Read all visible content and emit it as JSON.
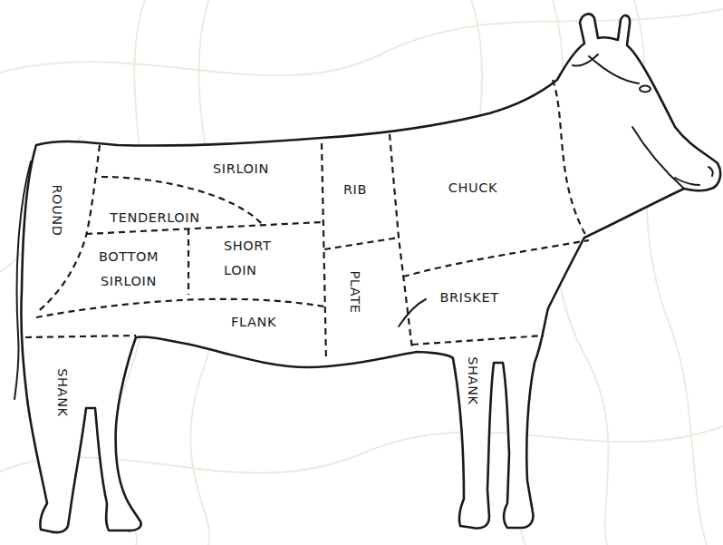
{
  "diagram": {
    "labels": [
      "SIRLOIN",
      "RIB",
      "CHUCK",
      "ROUND",
      "TENDERLOIN",
      "SHORT LOIN",
      "BOTTOM SIRLOIN",
      "PLATE",
      "BRISKET",
      "FLANK",
      "SHANK",
      "SHANK"
    ]
  }
}
